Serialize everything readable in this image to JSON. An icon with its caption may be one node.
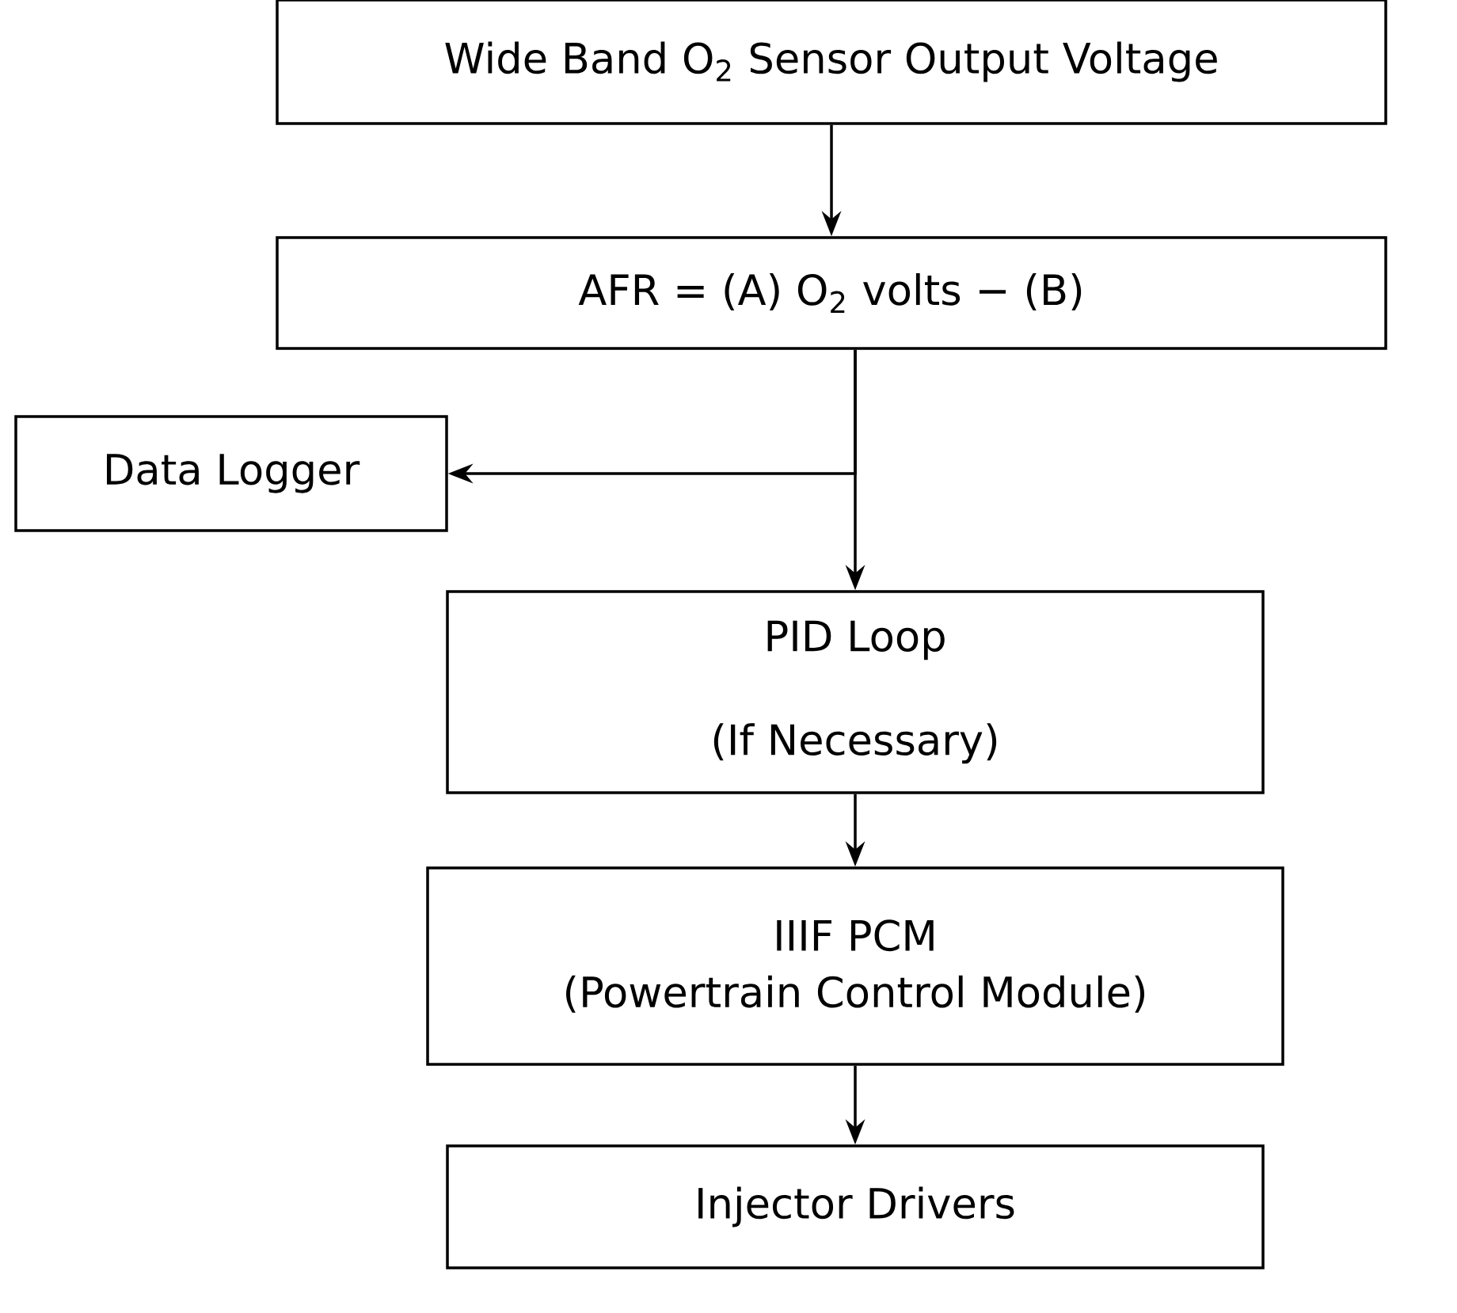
{
  "diagram": {
    "nodes": [
      {
        "text": [
          "Wide Band O$_{2}$ Sensor Output Voltage"
        ]
      },
      {
        "text": [
          "AFR = (A) O$_{2}$ volts − (B)"
        ]
      },
      {
        "text": [
          "Data Logger"
        ]
      },
      {
        "text": [
          "PID Loop",
          "(If Necessary)"
        ]
      },
      {
        "text": [
          "IIIF PCM",
          "(Powertrain Control Module)"
        ]
      },
      {
        "text": [
          "Injector Drivers"
        ]
      }
    ],
    "edges": [
      {
        "from": 0,
        "to": 1,
        "arrow": "to"
      },
      {
        "from": 1,
        "to": 2,
        "arrow": "to"
      },
      {
        "from": 1,
        "to": 3,
        "arrow": "to"
      },
      {
        "from": 3,
        "to": 4,
        "arrow": "to"
      },
      {
        "from": 4,
        "to": 5,
        "arrow": "to"
      }
    ]
  }
}
